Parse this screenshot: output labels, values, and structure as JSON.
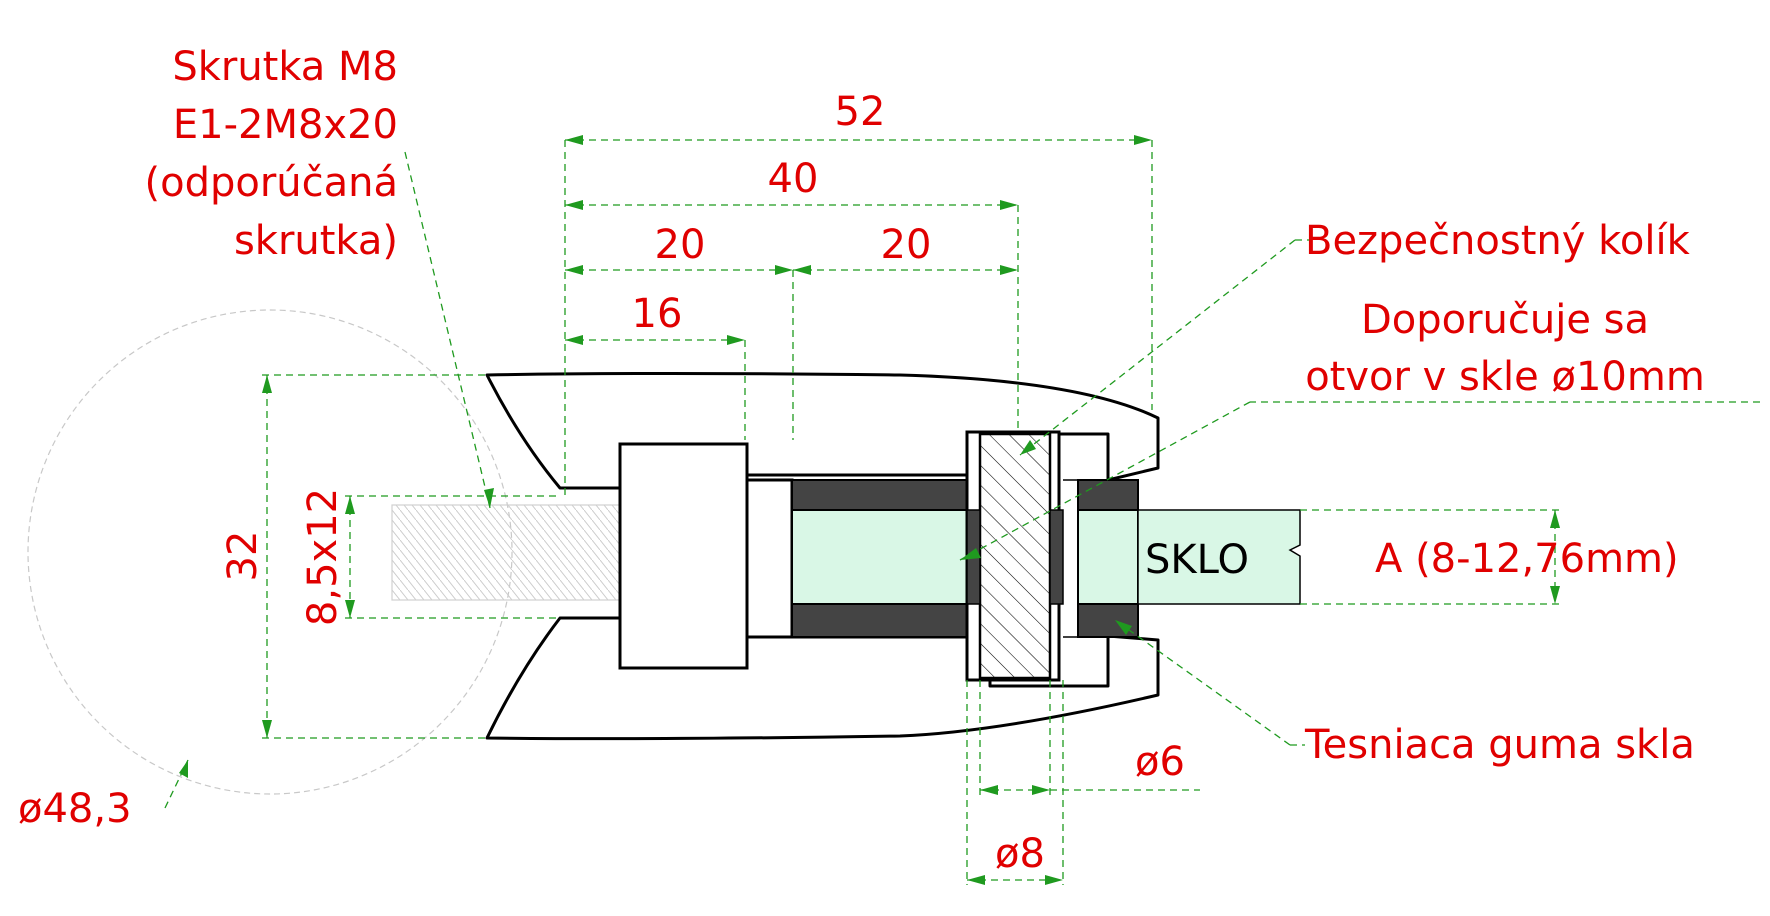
{
  "labels": {
    "screw_line1": "Skrutka M8",
    "screw_line2": "E1-2M8x20",
    "screw_line3": "(odporúčaná",
    "screw_line4": "skrutka)",
    "safety_pin": "Bezpečnostný kolík",
    "hole_line1": "Doporučuje sa",
    "hole_line2": "otvor v skle ø10mm",
    "seal": "Tesniaca guma skla",
    "glass": "SKLO",
    "thickness": "A (8-12,76mm)",
    "pipe_diameter": "ø48,3"
  },
  "dimensions": {
    "d52": "52",
    "d40": "40",
    "d20a": "20",
    "d20b": "20",
    "d16": "16",
    "d32": "32",
    "d85x12": "8,5x12",
    "d6": "ø6",
    "d8": "ø8"
  },
  "colors": {
    "label": "#e00000",
    "dimension_line": "#1f9a1f",
    "glass_fill": "#d9f7e6",
    "seal_fill": "#444444"
  }
}
